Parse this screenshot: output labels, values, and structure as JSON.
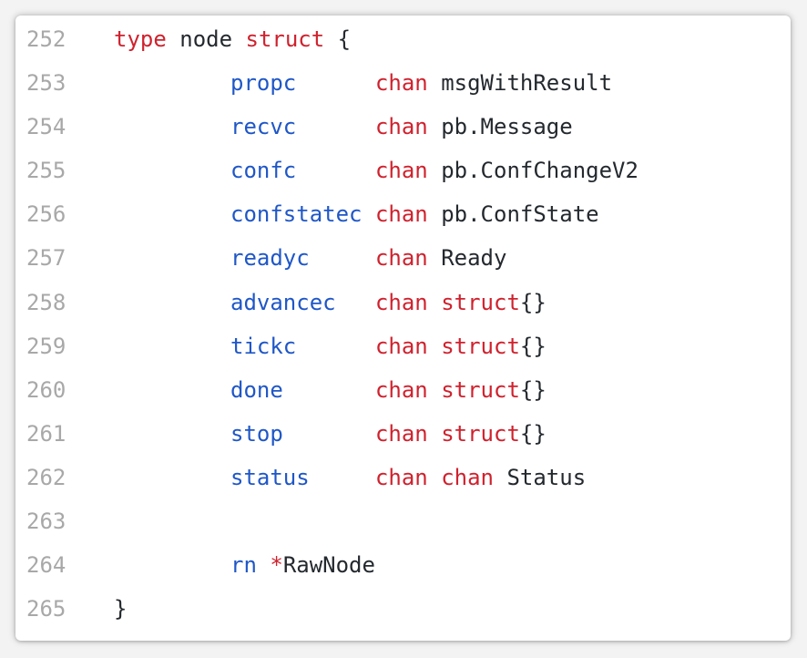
{
  "lines": [
    {
      "number": "252",
      "tokens": [
        {
          "text": "type",
          "kind": "kw"
        },
        {
          "text": " node ",
          "kind": "plain"
        },
        {
          "text": "struct",
          "kind": "kw"
        },
        {
          "text": " {",
          "kind": "plain"
        }
      ]
    },
    {
      "number": "253",
      "tokens": [
        {
          "text": "propc",
          "kind": "fld"
        },
        {
          "text": "      ",
          "kind": "plain"
        },
        {
          "text": "chan",
          "kind": "kw"
        },
        {
          "text": " msgWithResult",
          "kind": "plain"
        }
      ]
    },
    {
      "number": "254",
      "tokens": [
        {
          "text": "recvc",
          "kind": "fld"
        },
        {
          "text": "      ",
          "kind": "plain"
        },
        {
          "text": "chan",
          "kind": "kw"
        },
        {
          "text": " pb.Message",
          "kind": "plain"
        }
      ]
    },
    {
      "number": "255",
      "tokens": [
        {
          "text": "confc",
          "kind": "fld"
        },
        {
          "text": "      ",
          "kind": "plain"
        },
        {
          "text": "chan",
          "kind": "kw"
        },
        {
          "text": " pb.ConfChangeV2",
          "kind": "plain"
        }
      ]
    },
    {
      "number": "256",
      "tokens": [
        {
          "text": "confstatec",
          "kind": "fld"
        },
        {
          "text": " ",
          "kind": "plain"
        },
        {
          "text": "chan",
          "kind": "kw"
        },
        {
          "text": " pb.ConfState",
          "kind": "plain"
        }
      ]
    },
    {
      "number": "257",
      "tokens": [
        {
          "text": "readyc",
          "kind": "fld"
        },
        {
          "text": "     ",
          "kind": "plain"
        },
        {
          "text": "chan",
          "kind": "kw"
        },
        {
          "text": " Ready",
          "kind": "plain"
        }
      ]
    },
    {
      "number": "258",
      "tokens": [
        {
          "text": "advancec",
          "kind": "fld"
        },
        {
          "text": "   ",
          "kind": "plain"
        },
        {
          "text": "chan",
          "kind": "kw"
        },
        {
          "text": " ",
          "kind": "plain"
        },
        {
          "text": "struct",
          "kind": "kw"
        },
        {
          "text": "{}",
          "kind": "plain"
        }
      ]
    },
    {
      "number": "259",
      "tokens": [
        {
          "text": "tickc",
          "kind": "fld"
        },
        {
          "text": "      ",
          "kind": "plain"
        },
        {
          "text": "chan",
          "kind": "kw"
        },
        {
          "text": " ",
          "kind": "plain"
        },
        {
          "text": "struct",
          "kind": "kw"
        },
        {
          "text": "{}",
          "kind": "plain"
        }
      ]
    },
    {
      "number": "260",
      "tokens": [
        {
          "text": "done",
          "kind": "fld"
        },
        {
          "text": "       ",
          "kind": "plain"
        },
        {
          "text": "chan",
          "kind": "kw"
        },
        {
          "text": " ",
          "kind": "plain"
        },
        {
          "text": "struct",
          "kind": "kw"
        },
        {
          "text": "{}",
          "kind": "plain"
        }
      ]
    },
    {
      "number": "261",
      "tokens": [
        {
          "text": "stop",
          "kind": "fld"
        },
        {
          "text": "       ",
          "kind": "plain"
        },
        {
          "text": "chan",
          "kind": "kw"
        },
        {
          "text": " ",
          "kind": "plain"
        },
        {
          "text": "struct",
          "kind": "kw"
        },
        {
          "text": "{}",
          "kind": "plain"
        }
      ]
    },
    {
      "number": "262",
      "tokens": [
        {
          "text": "status",
          "kind": "fld"
        },
        {
          "text": "     ",
          "kind": "plain"
        },
        {
          "text": "chan",
          "kind": "kw"
        },
        {
          "text": " ",
          "kind": "plain"
        },
        {
          "text": "chan",
          "kind": "kw"
        },
        {
          "text": " Status",
          "kind": "plain"
        }
      ]
    },
    {
      "number": "263",
      "tokens": []
    },
    {
      "number": "264",
      "tokens": [
        {
          "text": "rn",
          "kind": "fld"
        },
        {
          "text": " ",
          "kind": "plain"
        },
        {
          "text": "*",
          "kind": "kw"
        },
        {
          "text": "RawNode",
          "kind": "plain"
        }
      ]
    },
    {
      "number": "265",
      "tokens": [
        {
          "text": "}",
          "kind": "plain"
        }
      ]
    }
  ],
  "colors": {
    "keyword": "#cf222e",
    "field": "#1f57c7",
    "text": "#24292e",
    "line_number": "#a8a8a8",
    "background": "#ffffff"
  }
}
